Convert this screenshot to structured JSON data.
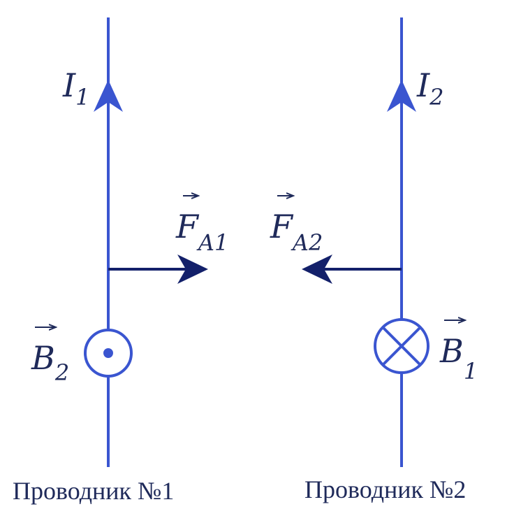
{
  "colors": {
    "wire": "#3a55d0",
    "force": "#13206a",
    "text": "#1f2a5a"
  },
  "conductor1": {
    "current_main": "I",
    "current_sub": "1",
    "force_main": "F",
    "force_sub": "A1",
    "field_main": "B",
    "field_sub": "2",
    "field_symbol": "dot-out-of-page-icon",
    "caption": "Проводник №1"
  },
  "conductor2": {
    "current_main": "I",
    "current_sub": "2",
    "force_main": "F",
    "force_sub": "A2",
    "field_main": "B",
    "field_sub": "1",
    "field_symbol": "cross-into-page-icon",
    "caption": "Проводник №2"
  }
}
